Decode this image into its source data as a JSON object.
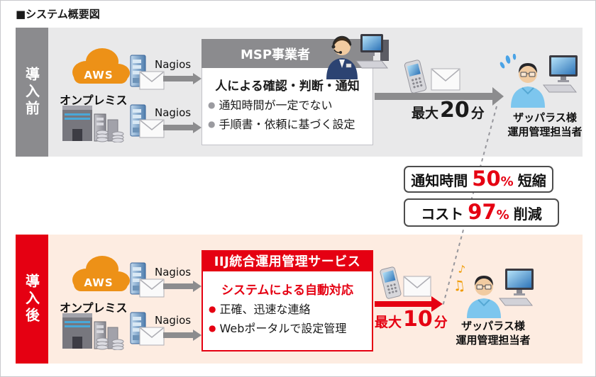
{
  "title": "■システム概要図",
  "colors": {
    "accent_red": "#e50012",
    "band_gray": "#8b8b8e",
    "aws_orange": "#ed9117",
    "before_bg": "#e9e9ea",
    "after_bg": "#fdece1"
  },
  "icons": {
    "bullet": "●",
    "note_single": "♪",
    "note_double": "♫"
  },
  "before": {
    "band": "導入前",
    "cloud": "AWS",
    "onprem": "オンプレミス",
    "nagios_top": "Nagios",
    "nagios_bottom": "Nagios",
    "box": {
      "header": "MSP事業者",
      "headline": "人による確認・判断・通知",
      "bullets": [
        "通知時間が一定でない",
        "手順書・依頼に基づく設定"
      ]
    },
    "duration": {
      "prefix": "最大",
      "value": "20",
      "suffix": "分"
    },
    "recipient_line1": "ザッパラス様",
    "recipient_line2": "運用管理担当者"
  },
  "after": {
    "band": "導入後",
    "cloud": "AWS",
    "onprem": "オンプレミス",
    "nagios_top": "Nagios",
    "nagios_bottom": "Nagios",
    "box": {
      "header": "IIJ統合運用管理サービス",
      "headline": "システムによる自動対応",
      "bullets": [
        "正確、迅速な連絡",
        "Webポータルで設定管理"
      ]
    },
    "duration": {
      "prefix": "最大",
      "value": "10",
      "suffix": "分"
    },
    "recipient_line1": "ザッパラス様",
    "recipient_line2": "運用管理担当者"
  },
  "callouts": [
    {
      "label": "通知時間",
      "value": "50",
      "unit": "%",
      "result": "短縮"
    },
    {
      "label": "コスト",
      "value": "97",
      "unit": "%",
      "result": "削減"
    }
  ]
}
